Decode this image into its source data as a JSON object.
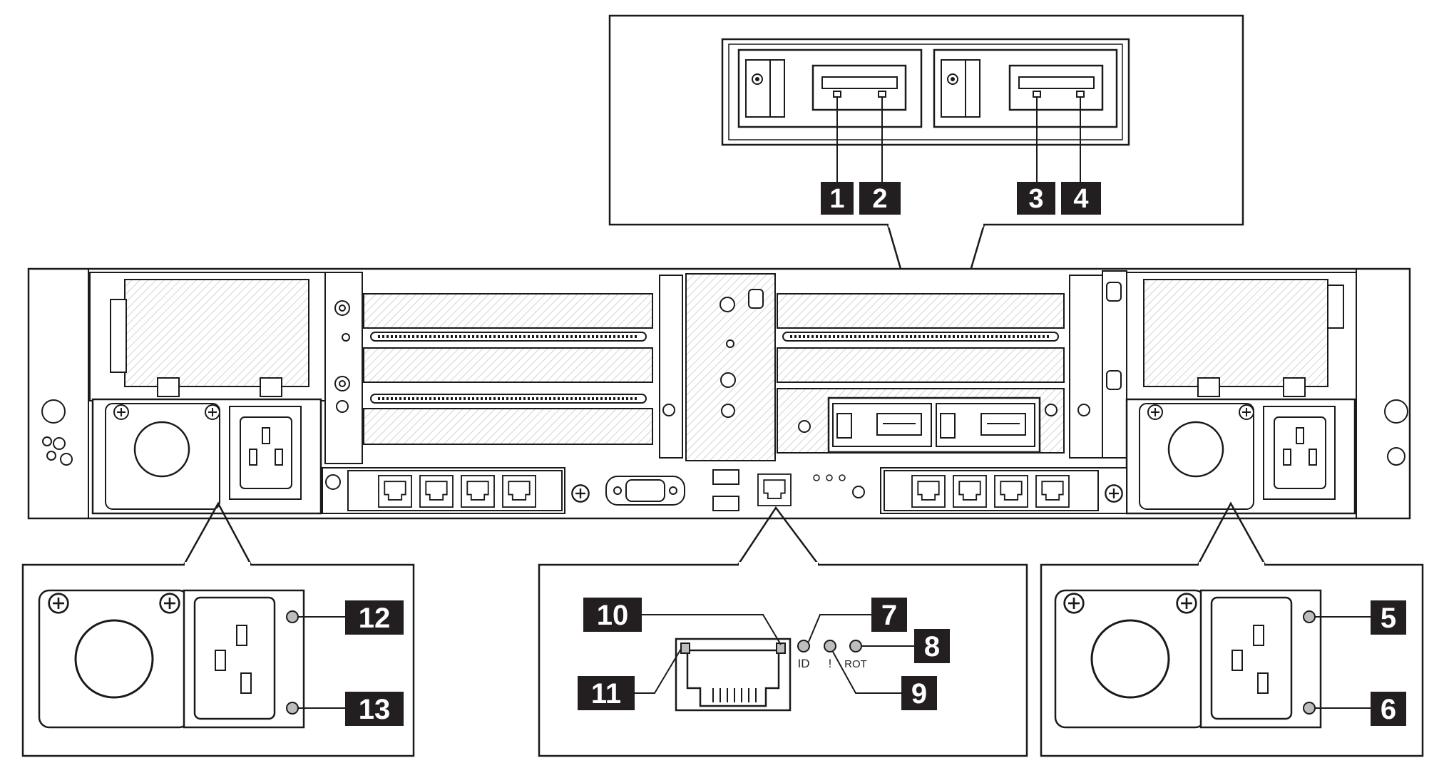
{
  "colors": {
    "line": "#1a1a1a",
    "hatch": "#d4d4d4",
    "panel_fill": "#ffffff",
    "callout_bg": "#231f20",
    "callout_text": "#ffffff",
    "led_fill": "#bdbdbd"
  },
  "callouts": {
    "c1": "1",
    "c2": "2",
    "c3": "3",
    "c4": "4",
    "c5": "5",
    "c6": "6",
    "c7": "7",
    "c8": "8",
    "c9": "9",
    "c10": "10",
    "c11": "11",
    "c12": "12",
    "c13": "13"
  },
  "led_labels": {
    "id": "ID",
    "fault": "!",
    "rot": "ROT"
  },
  "icons": {
    "psu_fan": "fan-icon",
    "power_socket": "power-socket-icon",
    "rj45": "rj45-port-icon",
    "vga": "vga-port-icon",
    "usb": "usb-port-icon",
    "screw": "screw-icon"
  }
}
